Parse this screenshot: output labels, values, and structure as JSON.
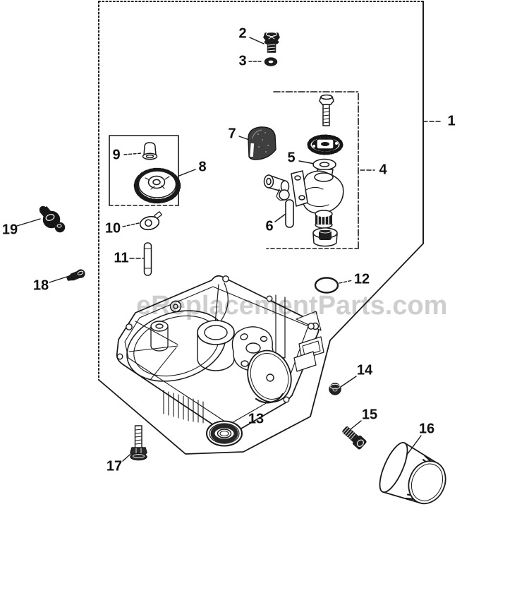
{
  "colors": {
    "background": "#ffffff",
    "line_art": "#1a1a1a",
    "watermark_text": "#c6c6c6"
  },
  "watermark": "eReplacementParts.com",
  "callouts": [
    {
      "label": "1"
    },
    {
      "label": "2"
    },
    {
      "label": "3"
    },
    {
      "label": "4"
    },
    {
      "label": "5"
    },
    {
      "label": "6"
    },
    {
      "label": "7"
    },
    {
      "label": "8"
    },
    {
      "label": "9"
    },
    {
      "label": "10"
    },
    {
      "label": "11"
    },
    {
      "label": "12"
    },
    {
      "label": "13"
    },
    {
      "label": "14"
    },
    {
      "label": "15"
    },
    {
      "label": "16"
    },
    {
      "label": "17"
    },
    {
      "label": "18"
    },
    {
      "label": "19"
    }
  ]
}
